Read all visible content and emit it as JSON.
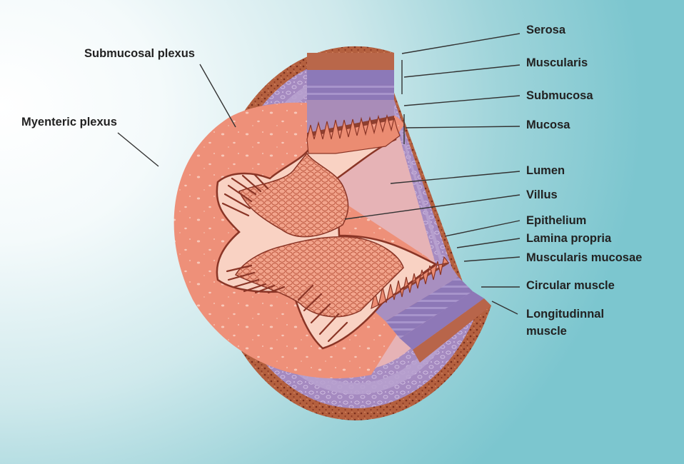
{
  "colors": {
    "serosa": "#b25a3e",
    "serosa_dots": "#7a2e1c",
    "muscle_outer": "#9a7fb6",
    "muscle_inner": "#b79ac9",
    "submucosa": "#e9b9b9",
    "mucosa": "#f0937b",
    "lumen_edge": "#8a3526",
    "villus": "#e98a72",
    "text": "#222222",
    "leader": "#333333"
  },
  "labels": {
    "serosa": "Serosa",
    "muscularis": "Muscularis",
    "submucosa": "Submucosa",
    "mucosa": "Mucosa",
    "lumen": "Lumen",
    "villus": "Villus",
    "epithelium": "Epithelium",
    "lamina_propria": "Lamina propria",
    "muscularis_mucosae": "Muscularis mucosae",
    "circular_muscle": "Circular muscle",
    "longitudinal_muscle": "Longitudinnal\nmuscle",
    "submucosal_plexus": "Submucosal plexus",
    "myenteric_plexus": "Myenteric plexus"
  }
}
